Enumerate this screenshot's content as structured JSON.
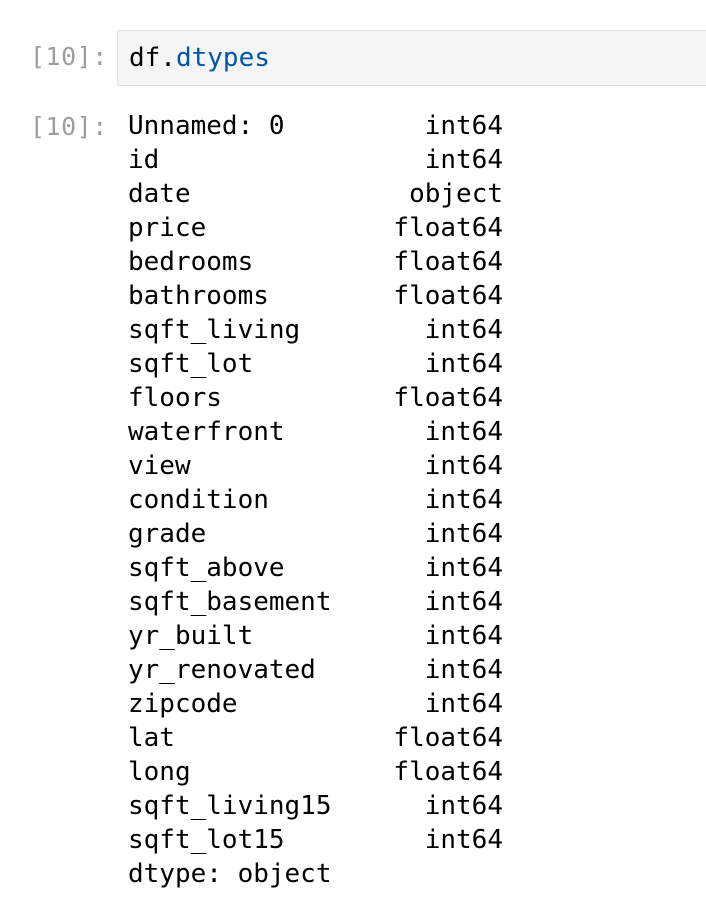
{
  "input": {
    "prompt": "[10]:",
    "code_object": "df.",
    "code_attr": "dtypes"
  },
  "output": {
    "prompt": "[10]:",
    "rows": [
      {
        "name": "Unnamed: 0",
        "dtype": "int64"
      },
      {
        "name": "id",
        "dtype": "int64"
      },
      {
        "name": "date",
        "dtype": "object"
      },
      {
        "name": "price",
        "dtype": "float64"
      },
      {
        "name": "bedrooms",
        "dtype": "float64"
      },
      {
        "name": "bathrooms",
        "dtype": "float64"
      },
      {
        "name": "sqft_living",
        "dtype": "int64"
      },
      {
        "name": "sqft_lot",
        "dtype": "int64"
      },
      {
        "name": "floors",
        "dtype": "float64"
      },
      {
        "name": "waterfront",
        "dtype": "int64"
      },
      {
        "name": "view",
        "dtype": "int64"
      },
      {
        "name": "condition",
        "dtype": "int64"
      },
      {
        "name": "grade",
        "dtype": "int64"
      },
      {
        "name": "sqft_above",
        "dtype": "int64"
      },
      {
        "name": "sqft_basement",
        "dtype": "int64"
      },
      {
        "name": "yr_built",
        "dtype": "int64"
      },
      {
        "name": "yr_renovated",
        "dtype": "int64"
      },
      {
        "name": "zipcode",
        "dtype": "int64"
      },
      {
        "name": "lat",
        "dtype": "float64"
      },
      {
        "name": "long",
        "dtype": "float64"
      },
      {
        "name": "sqft_living15",
        "dtype": "int64"
      },
      {
        "name": "sqft_lot15",
        "dtype": "int64"
      }
    ],
    "footer": "dtype: object"
  },
  "colors": {
    "prompt": "#9e9e9e",
    "input_background": "#f5f5f5",
    "attribute": "#0055aa"
  }
}
